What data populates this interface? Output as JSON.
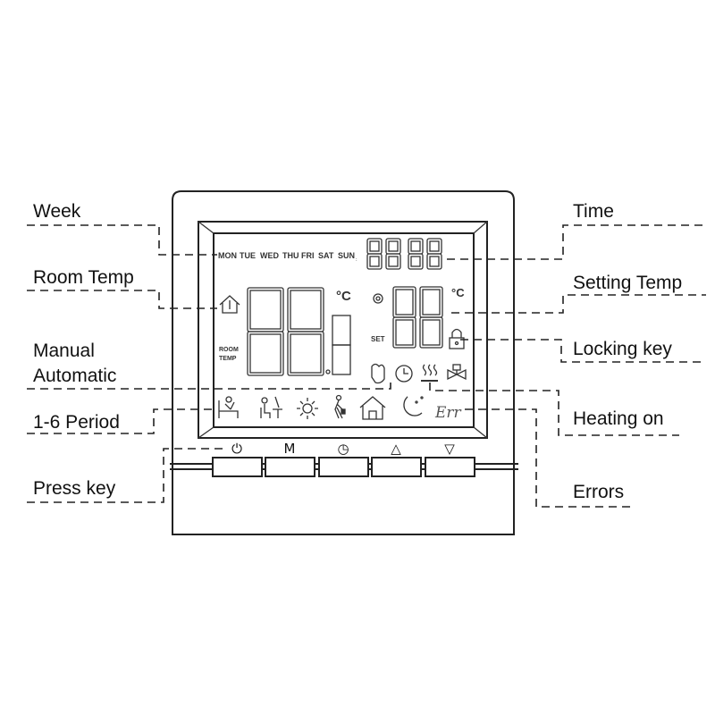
{
  "labels_left": {
    "week": "Week",
    "room_temp": "Room Temp",
    "manual": "Manual",
    "automatic": "Automatic",
    "period": "1-6 Period",
    "press_key": "Press key"
  },
  "labels_right": {
    "time": "Time",
    "setting_temp": "Setting Temp",
    "locking_key": "Locking key",
    "heating_on": "Heating on",
    "errors": "Errors"
  },
  "lcd": {
    "weekdays": [
      "MON",
      "TUE",
      "WED",
      "THU",
      "FRI",
      "SAT",
      "SUN"
    ],
    "room_line1": "ROOM",
    "room_line2": "TEMP",
    "set_label": "SET",
    "unit_room": "°C",
    "unit_set": "°C",
    "error_text": "Err",
    "icons": [
      "house-thermometer",
      "gear",
      "hand",
      "clock",
      "heating",
      "valve",
      "lock",
      "sleep",
      "work",
      "sun",
      "walk-out",
      "home",
      "moon-night"
    ]
  },
  "buttons": [
    {
      "symbol": "⏻",
      "icon": "power-icon"
    },
    {
      "symbol": "M",
      "icon": "mode"
    },
    {
      "symbol": "◷",
      "icon": "clock-icon"
    },
    {
      "symbol": "△",
      "icon": "up-arrow-icon"
    },
    {
      "symbol": "▽",
      "icon": "down-arrow-icon"
    }
  ]
}
